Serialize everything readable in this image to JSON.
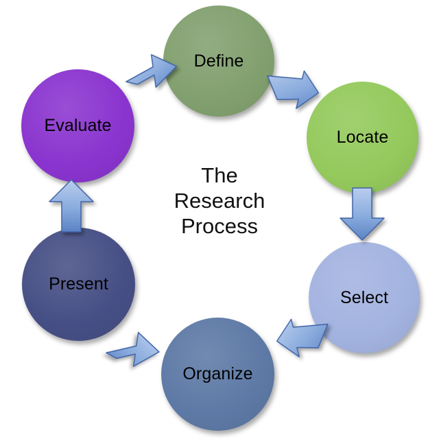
{
  "diagram": {
    "title": "The Research Process",
    "center_text_lines": [
      "The",
      "Research",
      "Process"
    ],
    "type": "cycle",
    "direction": "clockwise",
    "background_color": "#ffffff",
    "arrow_color": "#7f9fd4",
    "arrow_outline_color": "#3f63a5",
    "label_color": "#000000",
    "steps": [
      {
        "id": "define",
        "label": "Define",
        "color": "#82a06f",
        "position": "top"
      },
      {
        "id": "locate",
        "label": "Locate",
        "color": "#94c95c",
        "position": "top-right"
      },
      {
        "id": "select",
        "label": "Select",
        "color": "#a3b3e0",
        "position": "bottom-right"
      },
      {
        "id": "organize",
        "label": "Organize",
        "color": "#5d79a5",
        "position": "bottom"
      },
      {
        "id": "present",
        "label": "Present",
        "color": "#464f85",
        "position": "bottom-left"
      },
      {
        "id": "evaluate",
        "label": "Evaluate",
        "color": "#8a34cf",
        "position": "top-left"
      }
    ],
    "connectors": [
      {
        "id": "evaluate-define",
        "from": "Evaluate",
        "to": "Define",
        "shape": "bent-arrow-up-right"
      },
      {
        "id": "define-locate",
        "from": "Define",
        "to": "Locate",
        "shape": "bent-arrow-down-right"
      },
      {
        "id": "locate-select",
        "from": "Locate",
        "to": "Select",
        "shape": "straight-arrow-down"
      },
      {
        "id": "select-organize",
        "from": "Select",
        "to": "Organize",
        "shape": "bent-arrow-down-left"
      },
      {
        "id": "organize-present",
        "from": "Organize",
        "to": "Present",
        "shape": "bent-arrow-up-left"
      },
      {
        "id": "present-evaluate",
        "from": "Present",
        "to": "Evaluate",
        "shape": "straight-arrow-up"
      }
    ]
  }
}
